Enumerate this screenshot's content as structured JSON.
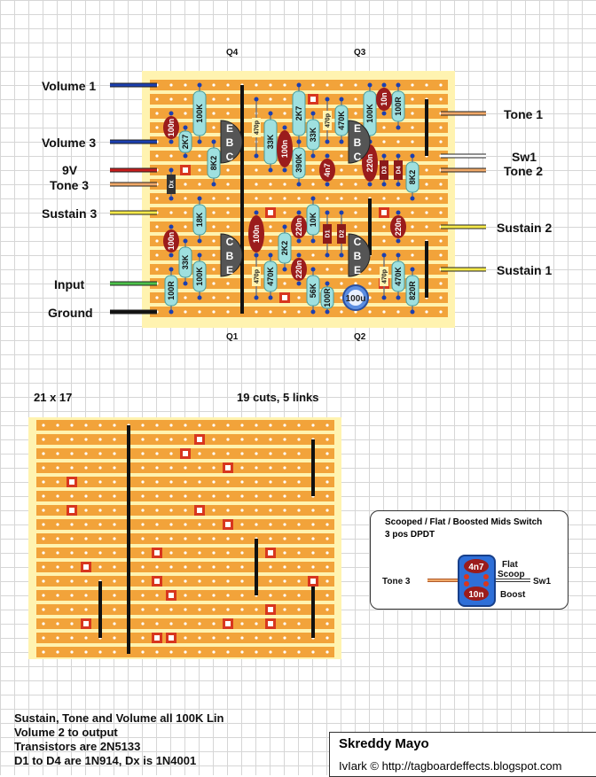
{
  "main": {
    "q_labels": [
      "Q4",
      "Q3",
      "Q1",
      "Q2"
    ],
    "left_labels": [
      "Volume 1",
      "Volume 3",
      "9V",
      "Tone 3",
      "Sustain 3",
      "Input",
      "Ground"
    ],
    "right_labels": [
      "Tone 1",
      "Sw1",
      "Tone 2",
      "Sustain 2",
      "Sustain 1"
    ],
    "electrolytic": "100u",
    "resistors": [
      "100K",
      "2K7",
      "8K2",
      "18K",
      "33K",
      "100K",
      "100R",
      "33K",
      "2K2",
      "470K",
      "2K7",
      "33K",
      "390K",
      "10K",
      "56K",
      "100R",
      "470K",
      "100K",
      "100R",
      "8K2",
      "470K",
      "820R"
    ],
    "caps": [
      "100n",
      "100n",
      "100n",
      "100n",
      "220n",
      "220n",
      "4n7",
      "220n",
      "10n",
      "220n"
    ],
    "small": [
      "470p",
      "470p",
      "470p",
      "470p",
      "Dx",
      "D1",
      "D2",
      "D3",
      "D4"
    ],
    "transistor_pins": [
      "EBC",
      "EBC",
      "CBE",
      "CBE"
    ]
  },
  "cut_board": {
    "size": "21 x 17",
    "cuts_links": "19 cuts, 5 links"
  },
  "switch": {
    "title": "Scooped / Flat / Boosted Mids Switch",
    "type": "3 pos DPDT",
    "cap1": "4n7",
    "cap2": "10n",
    "tone3": "Tone 3",
    "sw1": "Sw1",
    "flat": "Flat",
    "scoop": "Scoop",
    "boost": "Boost"
  },
  "notes": [
    "Sustain, Tone and Volume all 100K Lin",
    "Volume 2 to output",
    "Transistors are 2N5133",
    "D1 to D4 are 1N914, Dx is 1N4001"
  ],
  "title": {
    "name": "Skreddy Mayo",
    "credit": "IvIark © http://tagboardeffects.blogspot.com"
  },
  "colors": {
    "copper": "#f2a33a",
    "board": "#fff3b0",
    "cut": "#d8361e",
    "resistor": "#9fe0df",
    "capacitor": "#9b1c1c",
    "transistor": "#555555"
  }
}
